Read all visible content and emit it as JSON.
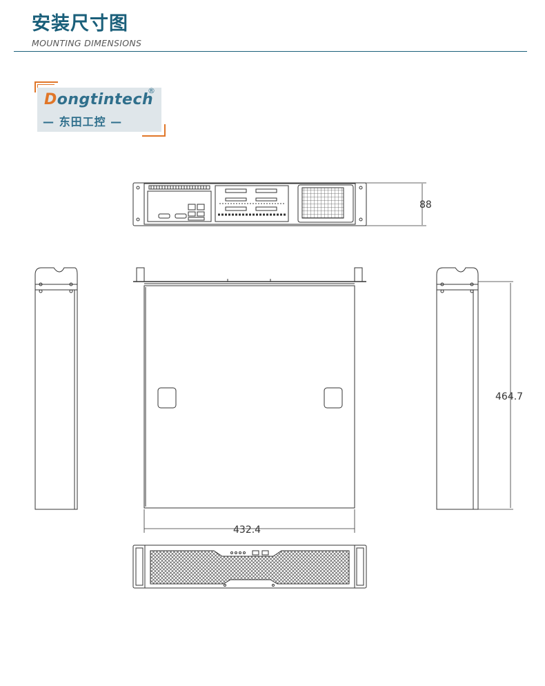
{
  "header": {
    "title_cn": "安装尺寸图",
    "title_en": "MOUNTING  DIMENSIONS"
  },
  "logo": {
    "first_letter": "D",
    "rest": "ongtintech",
    "registered": "®",
    "subtitle": "— 东田工控 —"
  },
  "dimensions": {
    "height": "88",
    "depth": "464.7",
    "width": "432.4"
  },
  "colors": {
    "accent": "#1a5f7a",
    "logo_orange": "#e07628",
    "line": "#333333"
  }
}
